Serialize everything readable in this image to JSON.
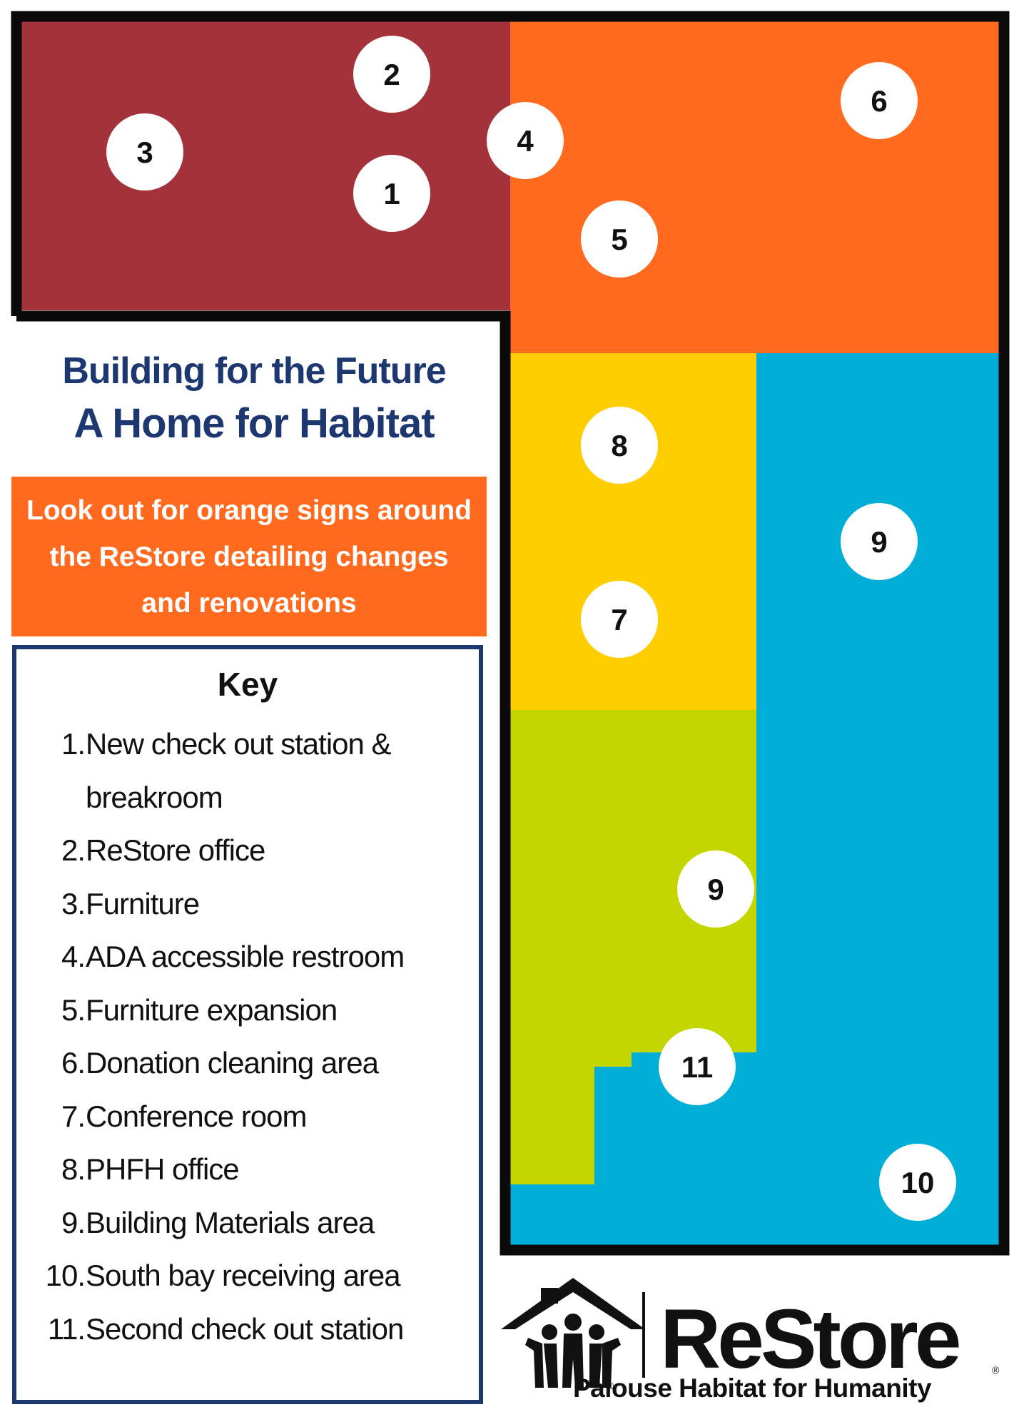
{
  "colors": {
    "zone_red": "#a3323a",
    "zone_orange": "#ff6a1f",
    "zone_yellow": "#ffce00",
    "zone_green": "#c4d600",
    "zone_blue": "#00aed8",
    "title_navy": "#1d3770"
  },
  "title": {
    "line1": "Building for the Future",
    "line2": "A Home for Habitat"
  },
  "banner": {
    "text": "Look out for orange signs around the ReStore  detailing changes and renovations"
  },
  "markers": {
    "m1": "1",
    "m2": "2",
    "m3": "3",
    "m4": "4",
    "m5": "5",
    "m6": "6",
    "m7": "7",
    "m8": "8",
    "m9a": "9",
    "m9b": "9",
    "m10": "10",
    "m11": "11"
  },
  "key": {
    "heading": "Key",
    "items": [
      {
        "num": "1.",
        "text": "New check out station & breakroom"
      },
      {
        "num": "2.",
        "text": "ReStore office"
      },
      {
        "num": "3.",
        "text": "Furniture"
      },
      {
        "num": "4.",
        "text": "ADA accessible restroom"
      },
      {
        "num": "5.",
        "text": "Furniture expansion"
      },
      {
        "num": "6.",
        "text": "Donation cleaning area"
      },
      {
        "num": "7.",
        "text": "Conference room"
      },
      {
        "num": "8.",
        "text": "PHFH office"
      },
      {
        "num": "9.",
        "text": "Building Materials area"
      },
      {
        "num": "10.",
        "text": "South bay receiving area"
      },
      {
        "num": "11.",
        "text": "Second check out station"
      }
    ]
  },
  "logo": {
    "wordmark": "ReStore",
    "registered": "®",
    "subtitle": "Palouse Habitat for Humanity",
    "icon": "habitat-house-people-icon"
  }
}
